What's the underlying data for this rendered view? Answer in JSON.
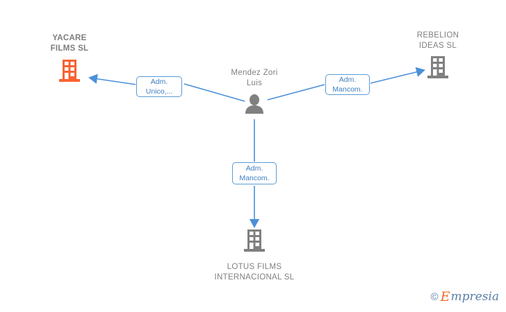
{
  "diagram": {
    "title": "Mendez Zori Luis relationship graph",
    "background": "#ffffff",
    "colors": {
      "edge": "#4a90d9",
      "relation_box_border": "#5a9bd5",
      "relation_box_text": "#3f7fc1",
      "company_highlight": "#f96232",
      "company_default": "#808080",
      "person": "#808080",
      "label_text": "#808080",
      "watermark_accent": "#ef6c2b",
      "watermark_text": "#5a7fa6"
    },
    "nodes": [
      {
        "id": "yacare",
        "label": "YACARE\nFILMS SL",
        "icon": "building-icon",
        "type": "company",
        "highlight": true
      },
      {
        "id": "person",
        "label": "Mendez Zori\nLuis",
        "icon": "person-icon",
        "type": "person",
        "highlight": false
      },
      {
        "id": "rebelion",
        "label": "REBELION\nIDEAS  SL",
        "icon": "building-icon",
        "type": "company",
        "highlight": false
      },
      {
        "id": "lotus",
        "label": "LOTUS FILMS\nINTERNACIONAL SL",
        "icon": "building-icon",
        "type": "company",
        "highlight": false
      }
    ],
    "edges": [
      {
        "id": "e-yacare",
        "from": "person",
        "to": "yacare",
        "label": "Adm.\nUnico,..."
      },
      {
        "id": "e-rebelion",
        "from": "person",
        "to": "rebelion",
        "label": "Adm.\nMancom."
      },
      {
        "id": "e-lotus",
        "from": "person",
        "to": "lotus",
        "label": "Adm.\nMancom."
      }
    ]
  },
  "watermark": {
    "copyright": "©",
    "brand_initial": "E",
    "brand_rest": "mpresia"
  }
}
